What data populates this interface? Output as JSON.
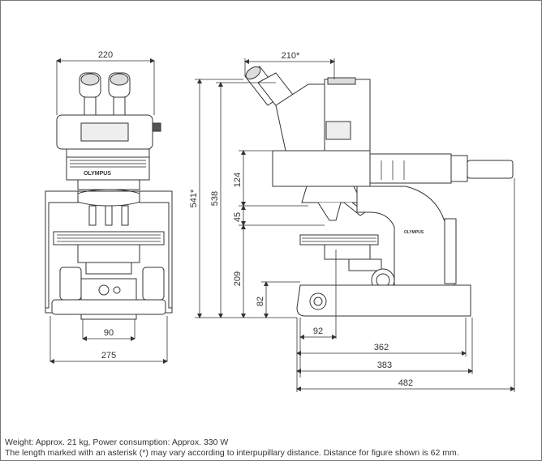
{
  "dimensions": {
    "front_width": "220",
    "base_width_front": "275",
    "foot_width_front": "90",
    "top_depth": "210*",
    "total_height": "541*",
    "height_538": "538",
    "head_height": "124",
    "nosepiece_height": "45",
    "stage_height": "209",
    "base_height": "82",
    "front_offset": "92",
    "depth_362": "362",
    "depth_383": "383",
    "depth_482": "482"
  },
  "brand": {
    "name": "OLYMPUS"
  },
  "notes": {
    "weight": "Weight: Approx. 21 kg, Power consumption: Approx. 330 W",
    "asterisk": "The length marked with an asterisk (*) may vary according to interpupillary distance.  Distance for figure shown is 62 mm."
  }
}
